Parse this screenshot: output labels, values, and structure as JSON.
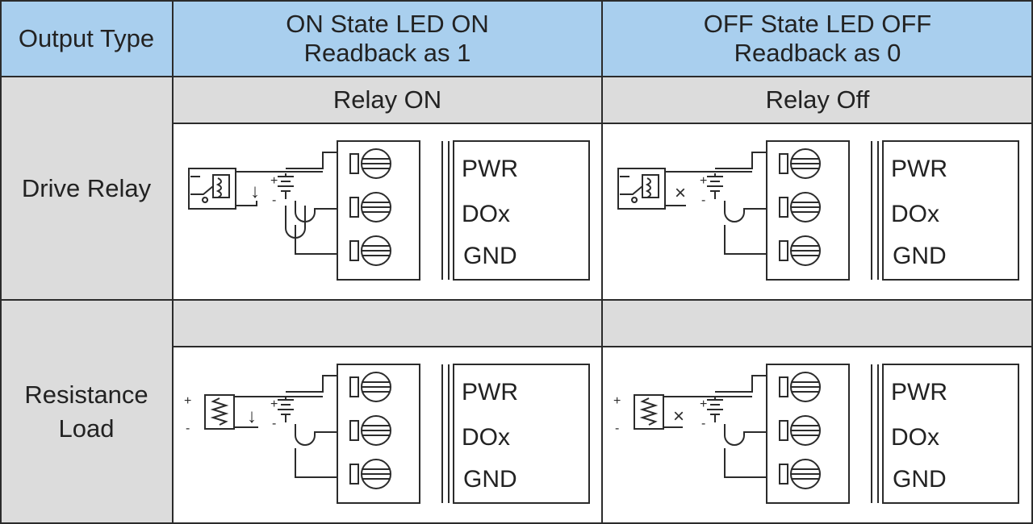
{
  "table": {
    "header": {
      "col0": "Output Type",
      "col1_line1": "ON State LED ON",
      "col1_line2": "Readback as 1",
      "col2_line1": "OFF State LED OFF",
      "col2_line2": "Readback as 0"
    },
    "rows": [
      {
        "label_line1": "Drive Relay",
        "label_line2": "",
        "on_caption": "Relay ON",
        "off_caption": "Relay Off"
      },
      {
        "label_line1": "Resistance",
        "label_line2": "Load",
        "on_caption": "",
        "off_caption": ""
      }
    ]
  },
  "terminal": {
    "pwr": "PWR",
    "dox": "DOx",
    "gnd": "GND"
  },
  "symbols": {
    "plus": "+",
    "minus": "-",
    "current_on": "↓",
    "current_off": "×"
  },
  "colors": {
    "header_blue": "#a9cfee",
    "label_gray": "#dcdcdc",
    "line": "#2b2b2b"
  }
}
